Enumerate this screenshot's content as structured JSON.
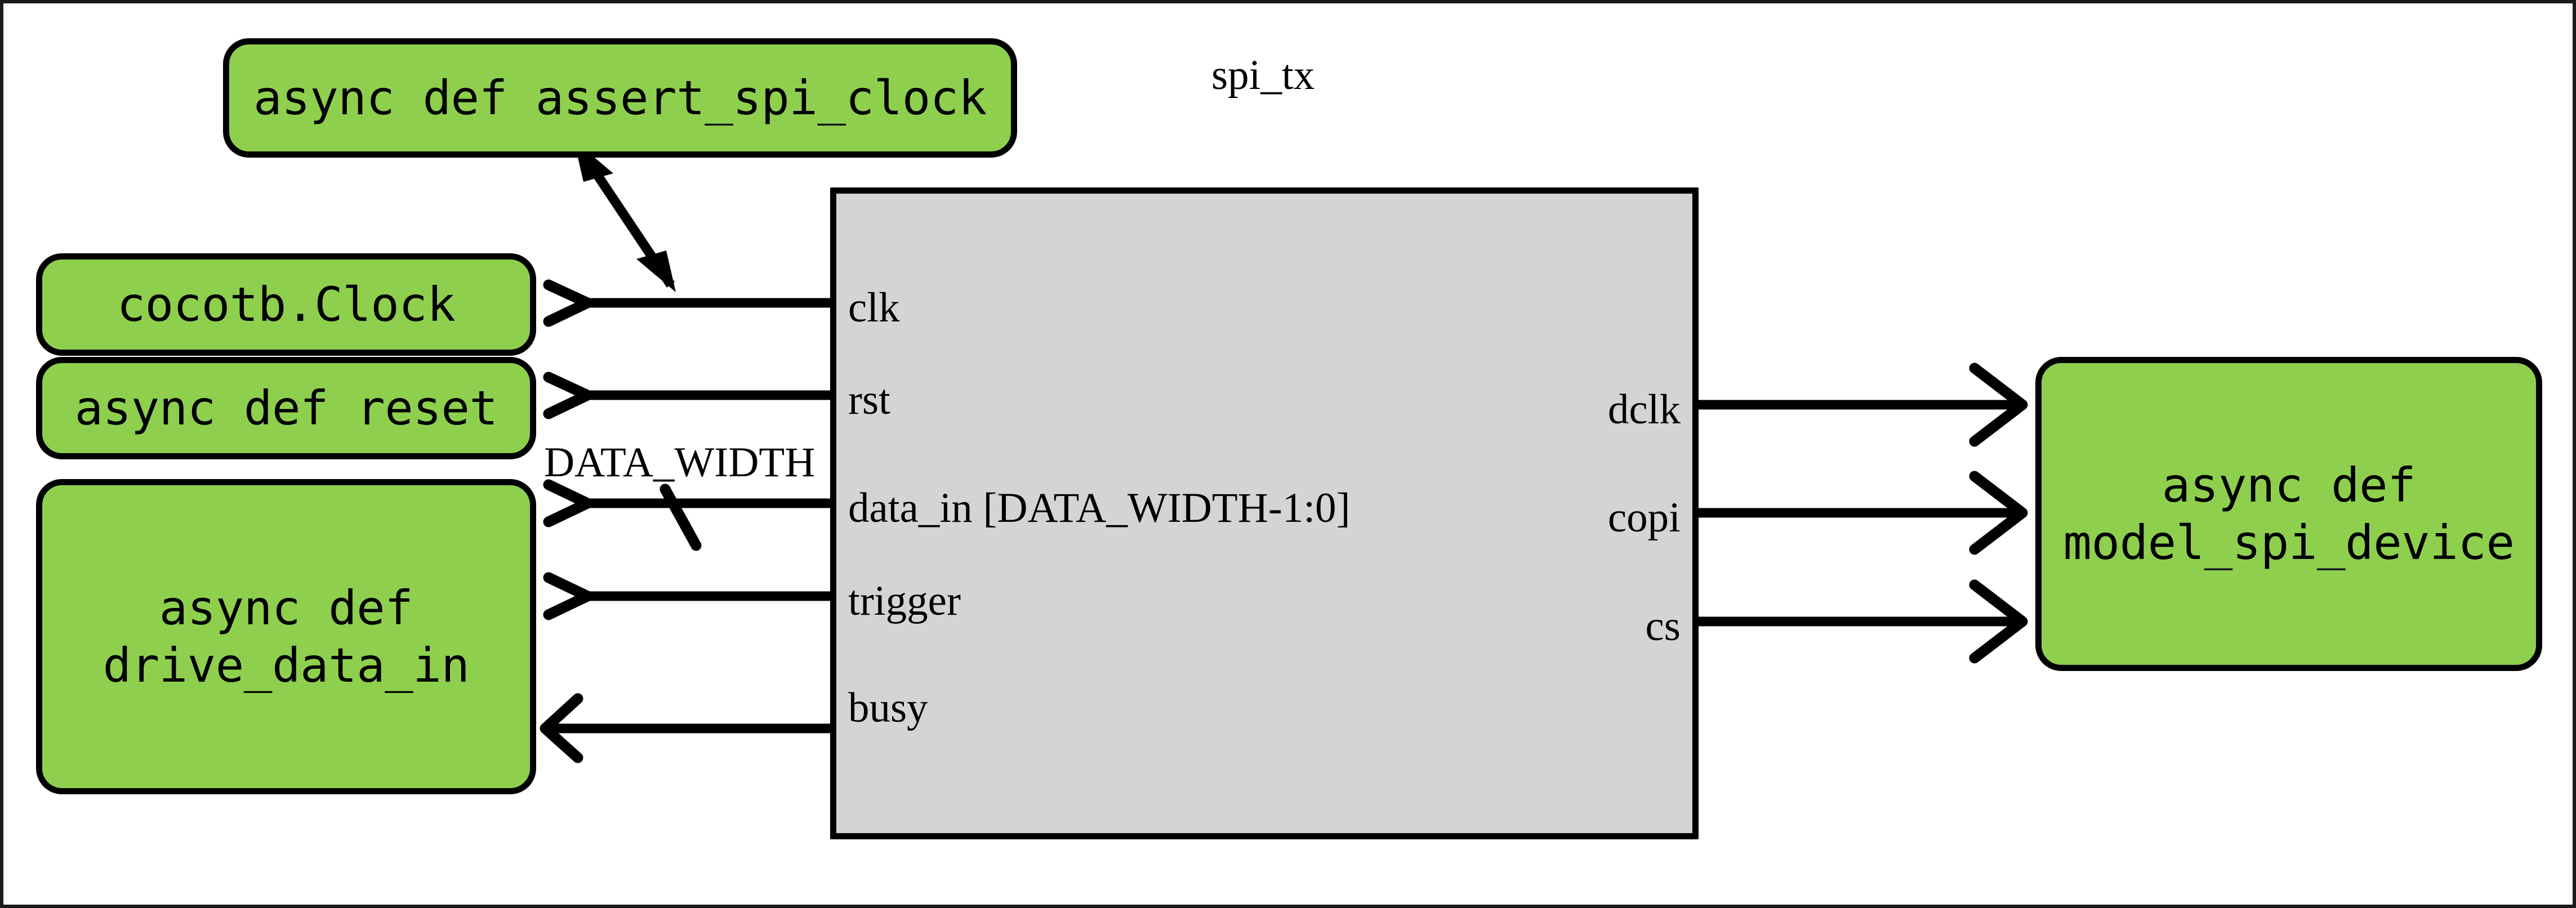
{
  "diagram": {
    "title_label": "spi_tx",
    "bus_width_label": "DATA_WIDTH",
    "colors": {
      "block_green": "#8ed04e",
      "dut_grey": "#d4d4d4",
      "stroke_black": "#000000",
      "background": "#ffffff"
    }
  },
  "dut": {
    "name": "spi_tx",
    "inputs": [
      {
        "id": "clk",
        "label": "clk"
      },
      {
        "id": "rst",
        "label": "rst"
      },
      {
        "id": "data_in",
        "label": "data_in [DATA_WIDTH-1:0]"
      },
      {
        "id": "trigger",
        "label": "trigger"
      }
    ],
    "bidir_left": [
      {
        "id": "busy",
        "label": "busy",
        "direction": "out-to-left"
      }
    ],
    "outputs": [
      {
        "id": "dclk",
        "label": "dclk"
      },
      {
        "id": "copi",
        "label": "copi"
      },
      {
        "id": "cs",
        "label": "cs"
      }
    ]
  },
  "blocks": {
    "assert_spi_clock": {
      "label": "async def assert_spi_clock"
    },
    "cocotb_clock": {
      "label": "cocotb.Clock"
    },
    "reset": {
      "label": "async def reset"
    },
    "drive_data_in": {
      "label": "async def\ndrive_data_in"
    },
    "model_spi_device": {
      "label": "async def\nmodel_spi_device"
    }
  },
  "connections": [
    {
      "from": "cocotb_clock",
      "to": "clk",
      "kind": "signal-arrow-right"
    },
    {
      "from": "reset",
      "to": "rst",
      "kind": "signal-arrow-right"
    },
    {
      "from": "drive_data_in",
      "to": "data_in",
      "kind": "bus-arrow-right",
      "width_label": "DATA_WIDTH"
    },
    {
      "from": "drive_data_in",
      "to": "trigger",
      "kind": "signal-arrow-right"
    },
    {
      "from": "busy",
      "to": "drive_data_in",
      "kind": "signal-arrow-left"
    },
    {
      "from": "dclk",
      "to": "model_spi_device",
      "kind": "signal-arrow-right"
    },
    {
      "from": "copi",
      "to": "model_spi_device",
      "kind": "signal-arrow-right"
    },
    {
      "from": "cs",
      "to": "model_spi_device",
      "kind": "signal-arrow-right"
    },
    {
      "from": "assert_spi_clock",
      "to": "clk_wire",
      "kind": "double-headed-arrow"
    }
  ]
}
